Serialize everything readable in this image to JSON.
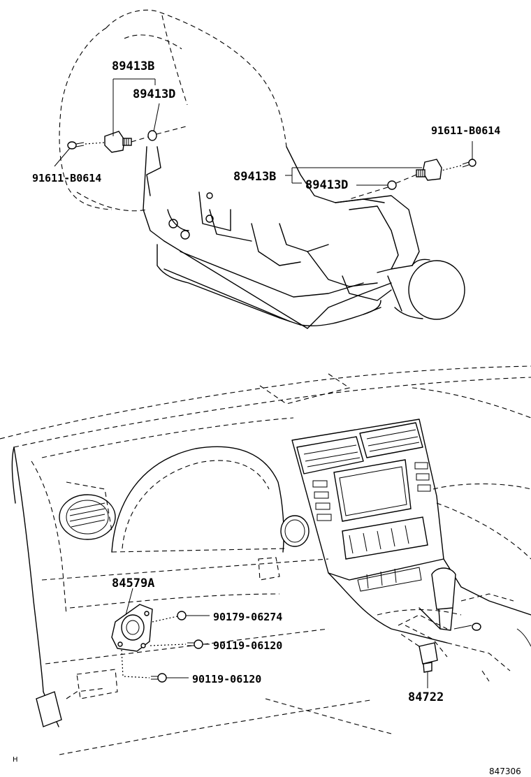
{
  "labels": {
    "top_left_sensor": "89413B",
    "top_left_gasket": "89413D",
    "top_left_bolt": "91611-B0614",
    "top_right_bolt": "91611-B0614",
    "top_right_sensor": "89413B",
    "top_right_gasket": "89413D",
    "bracket": "84579A",
    "bolt_a": "90179-06274",
    "bolt_b": "90119-06120",
    "bolt_c": "90119-06120",
    "switch": "84722"
  },
  "footer": {
    "corner_mark": "H",
    "diagram_number": "847306"
  }
}
